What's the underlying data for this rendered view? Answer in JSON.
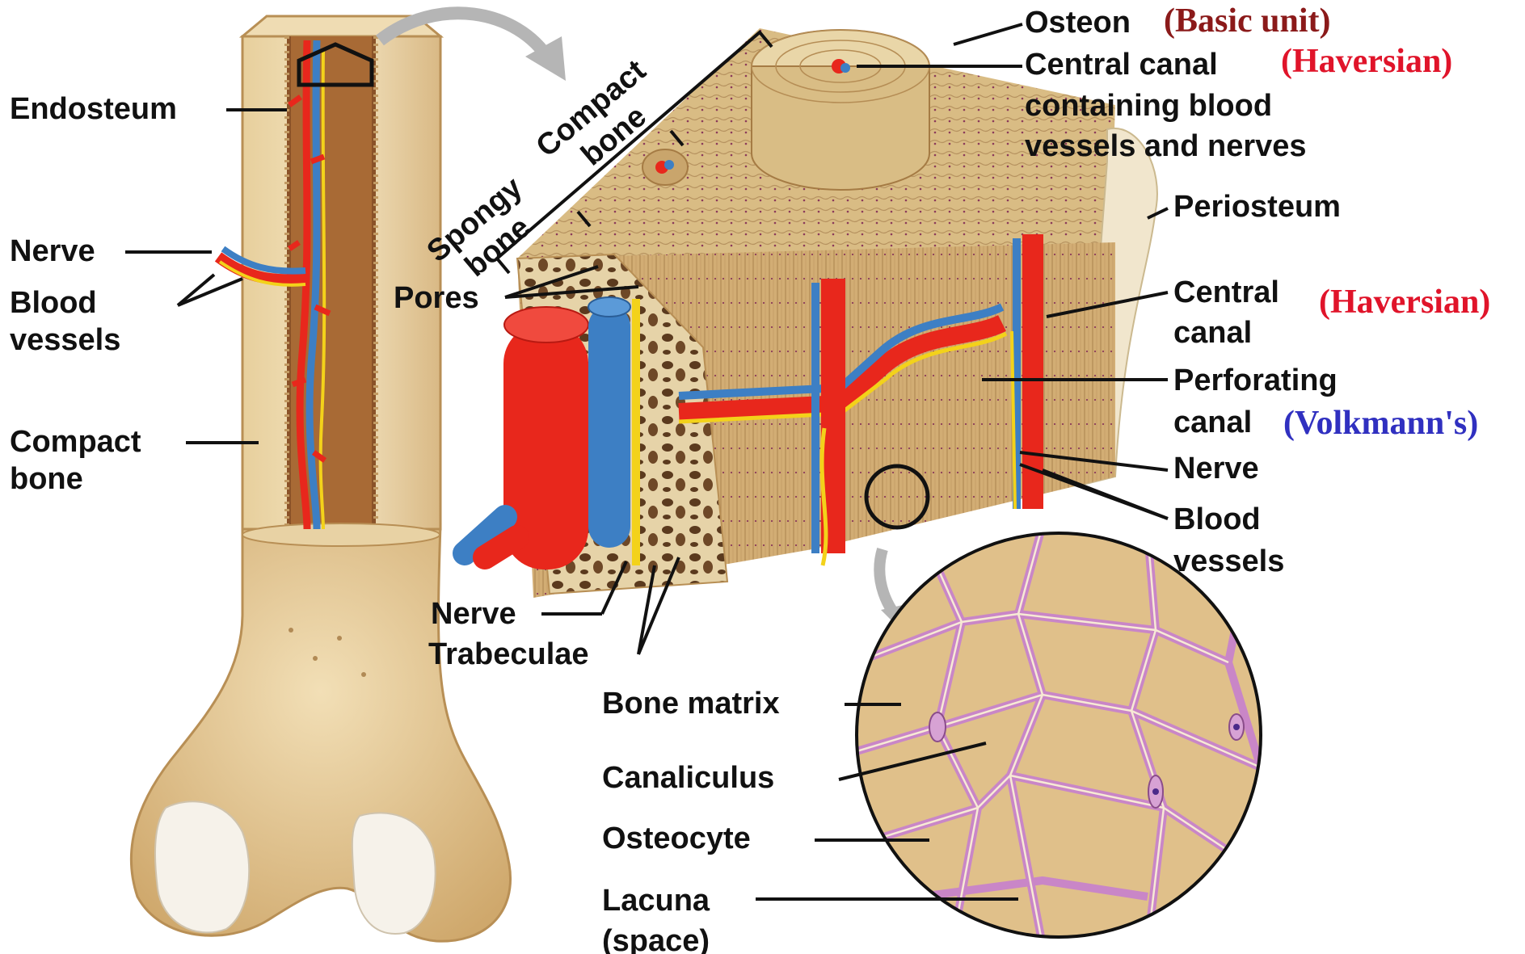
{
  "labels": {
    "endosteum": "Endosteum",
    "nerve_left": "Nerve",
    "blood_vessels_left": "Blood\nvessels",
    "compact_bone_left": "Compact\nbone",
    "spongy_bone": "Spongy\nbone",
    "compact_bone_top": "Compact\nbone",
    "pores": "Pores",
    "nerve_bottom": "Nerve",
    "trabeculae": "Trabeculae",
    "osteon": "Osteon",
    "central_canal_top": "Central canal",
    "central_canal_top_desc": "containing blood\nvessels and nerves",
    "periosteum": "Periosteum",
    "central_canal_mid": "Central\ncanal",
    "perforating_canal": "Perforating\ncanal",
    "nerve_right": "Nerve",
    "blood_vessels_right": "Blood\nvessels",
    "bone_matrix": "Bone matrix",
    "canaliculus": "Canaliculus",
    "osteocyte": "Osteocyte",
    "lacuna": "Lacuna\n(space)"
  },
  "annotations": {
    "basic_unit": "(Basic unit)",
    "haversian_top": "(Haversian)",
    "haversian_mid": "(Haversian)",
    "volkmann": "(Volkmann's)"
  },
  "colors": {
    "annotation_dark_red": "#8b1a1a",
    "annotation_red": "#e0142a",
    "annotation_blue": "#3030c0",
    "bone": "#e6cfa0",
    "vessel_red": "#e8271c",
    "vessel_blue": "#3d7fc4",
    "nerve_yellow": "#f3d21a",
    "lacuna_pink": "#c986c7"
  }
}
